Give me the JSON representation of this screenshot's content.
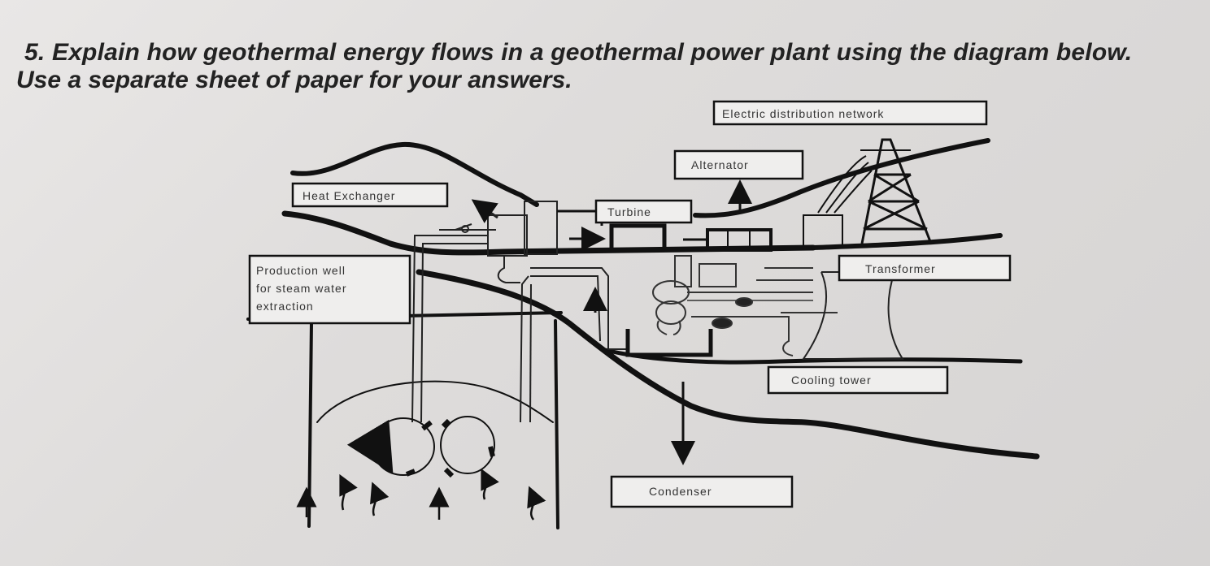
{
  "question": {
    "line1": "5. Explain how geothermal energy flows in a geothermal power plant using the diagram below.",
    "line2": "Use a separate sheet of paper for your answers."
  },
  "labels": {
    "electric_network": "Electric distribution network",
    "alternator": "Alternator",
    "heat_exchanger": "Heat Exchanger",
    "turbine": "Turbine",
    "production_well": [
      "Production well",
      "for steam water",
      "extraction"
    ],
    "transformer": "Transformer",
    "cooling_tower": "Cooling tower",
    "condenser": "Condenser"
  }
}
